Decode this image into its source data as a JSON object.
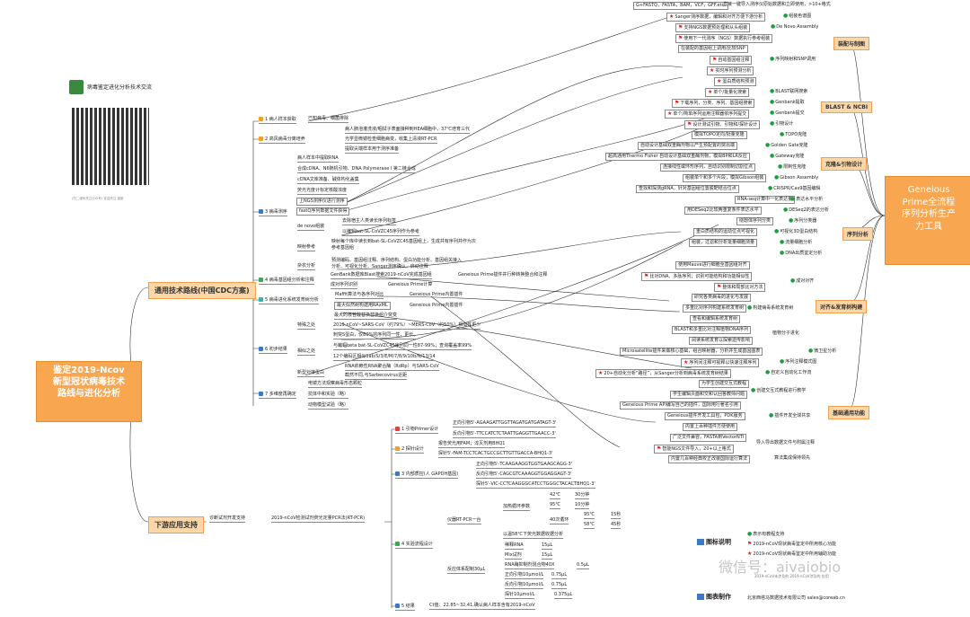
{
  "colors": {
    "orange": "#fbd7a8",
    "orange_border": "#f0a050",
    "main": "#f5a04a",
    "flag": "#d62020",
    "check": "#1d9e3e"
  },
  "header": {
    "title": "病毒鉴定进化分析技术交流",
    "qr_caption": "(扫二维码关注公众号) 欢迎关注 重新"
  },
  "root": {
    "title": "鉴定2019-Ncov\n新型冠状病毒技术\n路线与进化分析"
  },
  "branch1": "通用技术路线(中国CDC方案)",
  "branch2": "下游应用支持",
  "geneious": {
    "title": "Geneious\nPrime全流程\n序列分析生产\n力工具"
  },
  "right_cats": {
    "assembly": "装配与制图",
    "blast": "BLAST & NCBI",
    "clone": "克隆&引物设计",
    "seq": "序列分析",
    "align": "对齐&发育树构建",
    "base": "基础通用功能"
  },
  "g1": {
    "label": "1 病人样本获取",
    "item": "已知病毒、细菌排除"
  },
  "g2": {
    "label": "2 高风病毒分离培养",
    "items": [
      "病人肺泡灌洗液/咽拭子表面接种到HEA细胞中，37℃培育三代",
      "光学显微镜检查细胞病变，收集上清液RT-PCR",
      "提取尖端样本用于测序准备"
    ]
  },
  "g3": {
    "label": "3 病毒测序",
    "items": [
      "病人样本中提取RNA",
      "合成cDNA、N6随机引物、DNA Polymerase I 第二链合成",
      "cDNA文库准备、碱体构化盖集",
      "荧光光度计标定核酸浓度",
      "上NGS测序仪进行测序",
      "fastQ序列数据文件获得"
    ],
    "denovo": "de novo组装",
    "denovo_items": [
      "去除宿主人类读长序列标签",
      "以编辑bat-SL-CoVZC45序列作为参考"
    ],
    "ref": "映射参考",
    "ref_item": "映射每个库中读长到bat-SL-CoVZC45基因组上，生成共有序列并作为次\n参考基因组",
    "misc": "杂农分析",
    "misc_item": "预测编码、基因组注释、序列结构、蛋白功能分析、基因组关接入\n分析、可视化分析、Sanger测序确认，启动注释"
  },
  "g4": {
    "label": "4 病毒基因组分析和注释",
    "items": [
      "GenBank数据库Blast搜索2019-nCoV完成基因组",
      "成对序列识别"
    ],
    "side1": "Geneious Prime插件并行种转换整合和注释",
    "side2": "Geneious Prime计算"
  },
  "g5": {
    "label": "5 病毒进化系统发育树分析",
    "items": [
      "Maffit算法与各序列对比",
      "最大似然树构建用RAxML",
      "最大的核苷酸替换替换组介突变"
    ],
    "side1": "Geneious Prime内置插件",
    "side2": "Geneious Prime内置插件"
  },
  "g6": {
    "label": "6 初步结果",
    "sub1": "特殊之处",
    "sub1_items": [
      "2019-nCoV~SARS-CoV（约79%）~MERS-CoV（约50%）相似性更少",
      "刺突S蛋白，仅80%的序列同一性，更长。"
    ],
    "sub2": "相似之处",
    "sub2_items": [
      "与蝙蝠beta bat-SL-CoVZC45序列同一性87-99%；查询覆盖率99%",
      "12个编码区相似1ab/S/3/E/M/7/8/9/10b/N/13/14"
    ],
    "sub3": "新型对接蛋白",
    "sub3_items": [
      "RNA依赖性RNA聚合酶（RdRp）与SARS-CoV",
      "截然不同,与Sarbecovirus近距"
    ]
  },
  "g7": {
    "label": "7 多维度再确定",
    "items": [
      "电镜方法观察病毒形态颗粒",
      "抗体中和实验（略）",
      "动物模型试验（略）"
    ]
  },
  "dl": {
    "main": "诊断试剂开发支持",
    "sub": "2019-nCoV检测试剂荧光定量PCR法(RT-PCR)",
    "g1": "1 引物Primer设计",
    "g1_items": [
      "正向引物5'-AGAAGATTGGTTAGATGATGATAGT-3'",
      "反向引物5'-TTCCATCTCTAATTGAGGTTGAACC-3'"
    ],
    "g2": "2 探针设计",
    "g2_items": [
      "报告荧光用FAM；淬灭剂用BHQ1",
      "探针5'-FAM-TCCTCACTGCCGCTTGTTGACCA-BHQ1-3'"
    ],
    "g3": "3 内部质控(人 GAPDH基因)",
    "g3_items": [
      "正向引物5'-TCAAGAAGGTGGTGAAGCAGG-3'",
      "反向引物5'-CAGCGTCAAAGGTGGAGGAGT-3'",
      "探针5'-VIC-CCTCAAGGGCATCCTGGGCTACACTBHQ1-3'"
    ],
    "g4": "4 实验流程设计",
    "rt": "仪器RT-PCR一台",
    "cyc": "加热循环参数",
    "t42": "42℃",
    "t42v": "30分钟",
    "t95": "95℃",
    "t95v": "10分钟",
    "cyc40": "40次循环",
    "t95b": "95℃",
    "t95bv": "15秒",
    "t58": "58℃",
    "t58v": "45秒",
    "reader": "以温58℃下荧光数据收据分析",
    "sys": "反应体系配制30μL",
    "rows": [
      [
        "稀释RNA",
        "15μL",
        ""
      ],
      [
        "Mix试剂",
        "15μL",
        ""
      ],
      [
        "RNA酶抑制剂混合物40X",
        "0.5μL",
        ""
      ],
      [
        "正向引物10μmol/L",
        "0.75μL",
        ""
      ],
      [
        "反向引物10μmol/L",
        "0.75μL",
        ""
      ],
      [
        "探针10μmol/L",
        "0.375μL",
        ""
      ]
    ],
    "g5": "5 结果",
    "g5_item": "Ct值：22.85~32.41,确认病人样本含有2019-nCoV"
  },
  "asm": [
    "G+FASTQ，FASTA，BAM，VCF，GFF.etc.",
    "Sanger测序数据，编辑和对齐方便下游分析",
    "支持NGS数据预处理和从头组装",
    "使用下一代测序（NGS）数据执行参考组装",
    "在装配的基因组上调用/比较SNP",
    "自动基因组注释",
    "实时序列预测分析",
    "蛋白质结构预测"
  ],
  "asm_side": [
    "直接一键导入测序仪原始数据和立即使用，>10+格式",
    "组装色谱图",
    "De Novo Assembly",
    "序列映射和SNP调用"
  ],
  "blast": [
    "单个/批量化搜索",
    "下载序列，分类、序列、基因组搜索",
    "单个/简单序列运用注释器依序列提交"
  ],
  "blast_side": [
    "BLAST联网搜索",
    "Genbank提取",
    "Genbank提交"
  ],
  "clone": [
    "设计测试引物、引物和/探针设计",
    "模拟TOPO定向/批量克隆",
    "自动设计基础双重酶剂物以产生预配置的突出端",
    "超高通用Thermo Fisher 自动设计基础双重酶剂物，模拟BP和LR反应",
    "连接线性或环形序列，自动识别限制切割位点",
    "组装单个和多个片段，模拟Gibson组装",
    "查找和探测gRNA，针对基因组位置脱靶结合位点"
  ],
  "clone_side": [
    "引物设计",
    "TOPO克隆",
    "Golden Gate克隆",
    "Gateway克隆",
    "限制性克隆",
    "Gibson Assembly",
    "CRISPR/Cas9基因编辑"
  ],
  "seq": [
    "RNA-seq计算中一化表达量",
    "用DESeq2比较两重复条件表达水平",
    "绕酚体序列分类",
    "重白质结构的运动位点可视化",
    "组装，过滤和分析批量细胞测量"
  ],
  "seq_side": [
    "表达水平分析",
    "DESeq2的表达分析",
    "序列分类器",
    "可视化3D蛋白结构",
    "流量细胞分析",
    "DNA出质鉴定分析"
  ],
  "align": [
    "使用Mauve进行细胞全基因组对齐",
    "比对DNA、多肽序列；识别可能结构和功能相似性",
    "整体和局部比对方法",
    "研究各类病毒的进化与发展",
    "多重比对序列构建系统发育树",
    "查看和编辑系统发育树",
    "BLAST和多重比对注释植物DNA序列"
  ],
  "align_side": [
    "成对对齐",
    "构建病毒系统发育树",
    "植物分子进化"
  ],
  "basic": [
    "阅读系统发育以探索遗传影响",
    "Microsatellite插件来做核心基础，组合映射器，分析并生成基因图表",
    "序列间注释可视释以快速注释序列",
    "20+自动化分析“路径”，从Sanger分析到病毒系统发育树结果",
    "为学生创建交互式教程",
    "学生编辑页面和交和认回答教师问题",
    "Geneious Prime API编写自己的插件，国际用行著名引用",
    "Geneious插件开发工具包，PDK服务",
    "内置上百种插件方便使用",
    "广泛文件兼容，FASTA到VectorNTI",
    "智能NGS文件导入，20+以上格式",
    "内置几百种经典校正改装国际运行算法"
  ],
  "basic_side": [
    "微卫星分析",
    "序列注释模式图",
    "自定义自动化工作流",
    "创建交互式教程进行教学",
    "插件开发全球共享",
    "导入导出数据文件与附属注释",
    "算法集成保持领先"
  ],
  "legend": {
    "title": "图标说明",
    "items": [
      "表示有教程支持",
      "2019-nCoV现状病毒鉴定中所用核心功能",
      "2019-nCoV现状病毒鉴定中所用辅助功能",
      "2019-nCoV未涉及的 2019-nCoV涉及的 应用"
    ],
    "credit_title": "图表制作",
    "credit": "北京西塔马数据技术有限公司 sales@coreab.cn"
  },
  "watermark": "微信号：aivaiobio"
}
